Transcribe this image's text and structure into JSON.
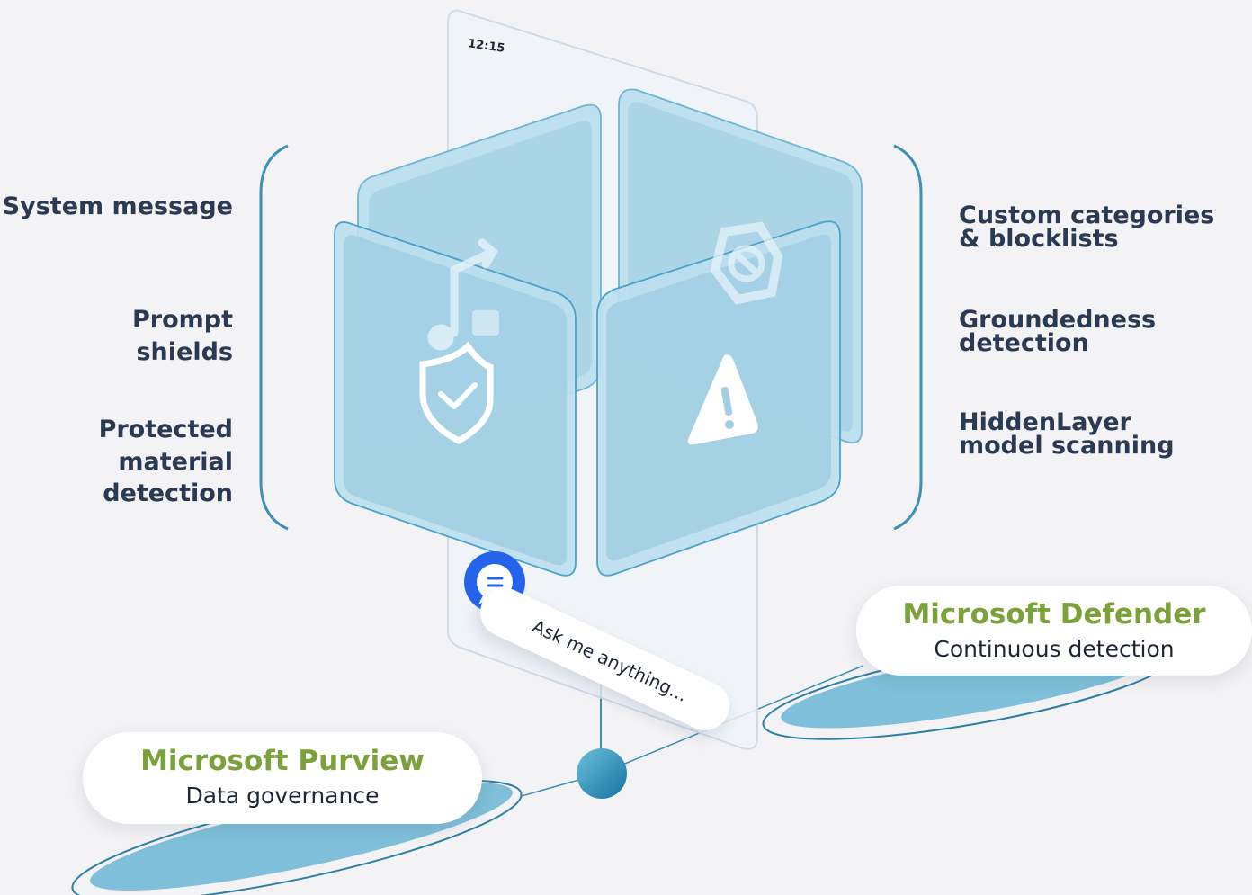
{
  "phone": {
    "clock": "12:15",
    "chat_placeholder": "Ask me anything..."
  },
  "left_labels": {
    "system_message": "System message",
    "prompt_shields_line1": "Prompt",
    "prompt_shields_line2": "shields",
    "protected_line1": "Protected",
    "protected_line2": "material detection"
  },
  "right_labels": {
    "custom_line1": "Custom categories",
    "custom_line2": "& blocklists",
    "groundedness_line1": "Groundedness",
    "groundedness_line2": "detection",
    "hiddenlayer_line1": "HiddenLayer",
    "hiddenlayer_line2": "model scanning"
  },
  "defender": {
    "title": "Microsoft Defender",
    "subtitle": "Continuous detection"
  },
  "purview": {
    "title": "Microsoft Purview",
    "subtitle": "Data governance"
  },
  "colors": {
    "panel_fill": "#a9d3e5",
    "panel_stroke": "#4aa3c8",
    "bracket": "#3d8fb3",
    "accent_green": "#7aa13a",
    "chat_blue": "#2563eb",
    "node": "#1b7fae"
  }
}
